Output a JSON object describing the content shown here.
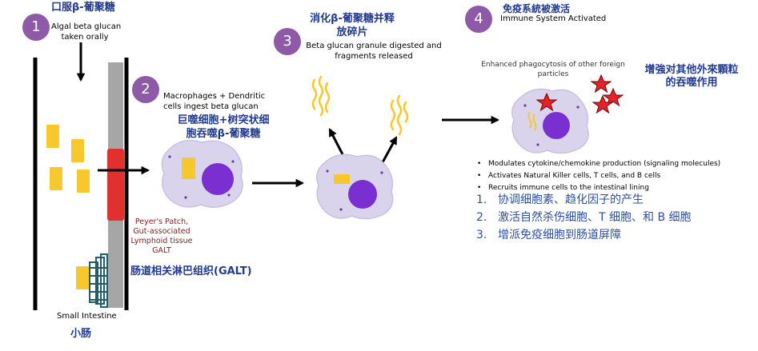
{
  "colors": {
    "step_circle": "#8e5aa8",
    "text_blue": "#1f3a8f",
    "galt_red": "#e03030",
    "wall_gray": "#a6a6a6",
    "particle_yellow": "#f7c82e",
    "cell_purple": "#d9d3ec",
    "nucleus": "#7a2fd1",
    "villi_teal": "#1f5f6b",
    "star_red": "#e0242c",
    "peyer_red": "#8b1a1a"
  },
  "step1": {
    "number": "1",
    "title_cn": "口服β-葡聚糖",
    "line1": "Algal beta glucan",
    "line2": "taken orally"
  },
  "step2": {
    "number": "2",
    "line1": "Macrophages + Dendritic",
    "line2": "cells ingest beta glucan",
    "cn1": "巨噬细胞+树突状细",
    "cn2": "胞吞噬β-葡聚糖"
  },
  "step3": {
    "number": "3",
    "cn1": "消化β-葡聚糖并释",
    "cn2": "放碎片",
    "line1": "Beta glucan granule digested and",
    "line2": "fragments released"
  },
  "step4": {
    "number": "4",
    "title_cn": "免疫系統被激活",
    "title_en": "Immune System Activated",
    "enhanced1": "Enhanced phagocytosis of other foreign",
    "enhanced2": "particles",
    "enhanced_cn1": "增強对其他外來顆粒",
    "enhanced_cn2": "的吞噬作用"
  },
  "peyer": {
    "line1": "Peyer's Patch,",
    "line2": "Gut-associated",
    "line3": "Lymphoid tissue",
    "line4": "GALT",
    "cn": "肠道相关淋巴组织(GALT)"
  },
  "intestine": {
    "en": "Small Intestine",
    "cn": "小肠"
  },
  "modulates": [
    "Modulates cytokine/chemokine production (signaling molecules)",
    "Activates Natural Killer cells, T cells, and B cells",
    "Recruits immune cells to the intestinal lining"
  ],
  "modulates_cn": [
    {
      "num": "1.",
      "text": "协调细胞素、趋化因子的产生"
    },
    {
      "num": "2.",
      "text": "激活自然杀伤细胞、T 细胞、和 B 细胞"
    },
    {
      "num": "3.",
      "text": "增派免疫细胞到肠道屏障"
    }
  ]
}
